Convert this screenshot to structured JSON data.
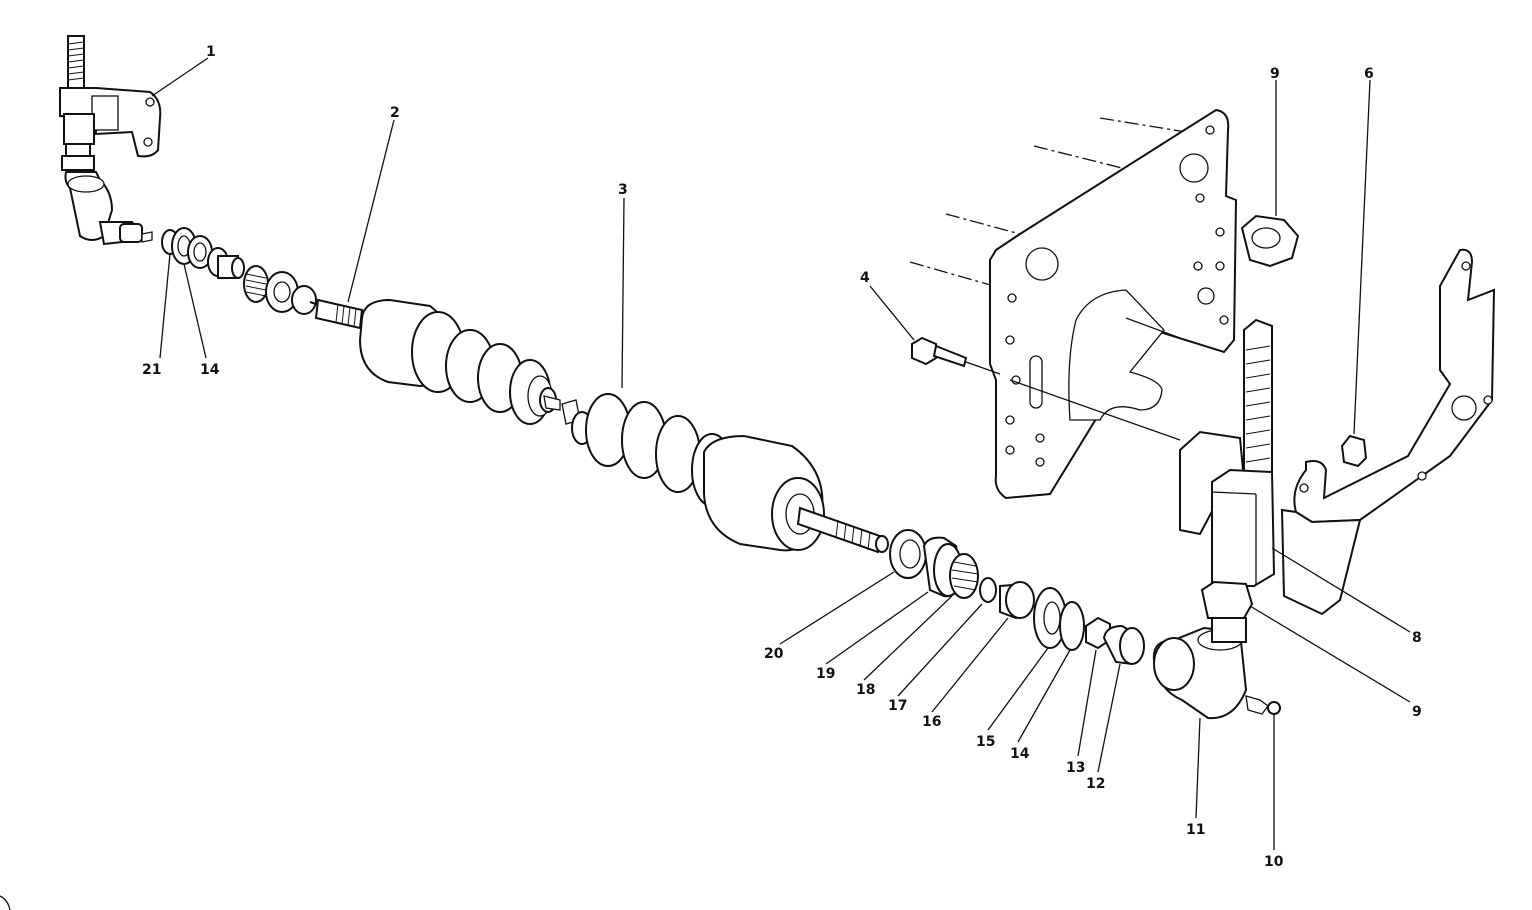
{
  "figure": {
    "callouts": [
      {
        "id": "c1",
        "label": "1"
      },
      {
        "id": "c2",
        "label": "2"
      },
      {
        "id": "c3",
        "label": "3"
      },
      {
        "id": "c4",
        "label": "4"
      },
      {
        "id": "c6",
        "label": "6"
      },
      {
        "id": "c8",
        "label": "8"
      },
      {
        "id": "c9a",
        "label": "9"
      },
      {
        "id": "c9b",
        "label": "9"
      },
      {
        "id": "c10",
        "label": "10"
      },
      {
        "id": "c11",
        "label": "11"
      },
      {
        "id": "c12",
        "label": "12"
      },
      {
        "id": "c13",
        "label": "13"
      },
      {
        "id": "c14a",
        "label": "14"
      },
      {
        "id": "c14b",
        "label": "14"
      },
      {
        "id": "c15",
        "label": "15"
      },
      {
        "id": "c16",
        "label": "16"
      },
      {
        "id": "c17",
        "label": "17"
      },
      {
        "id": "c18",
        "label": "18"
      },
      {
        "id": "c19",
        "label": "19"
      },
      {
        "id": "c20",
        "label": "20"
      },
      {
        "id": "c21",
        "label": "21"
      }
    ]
  }
}
